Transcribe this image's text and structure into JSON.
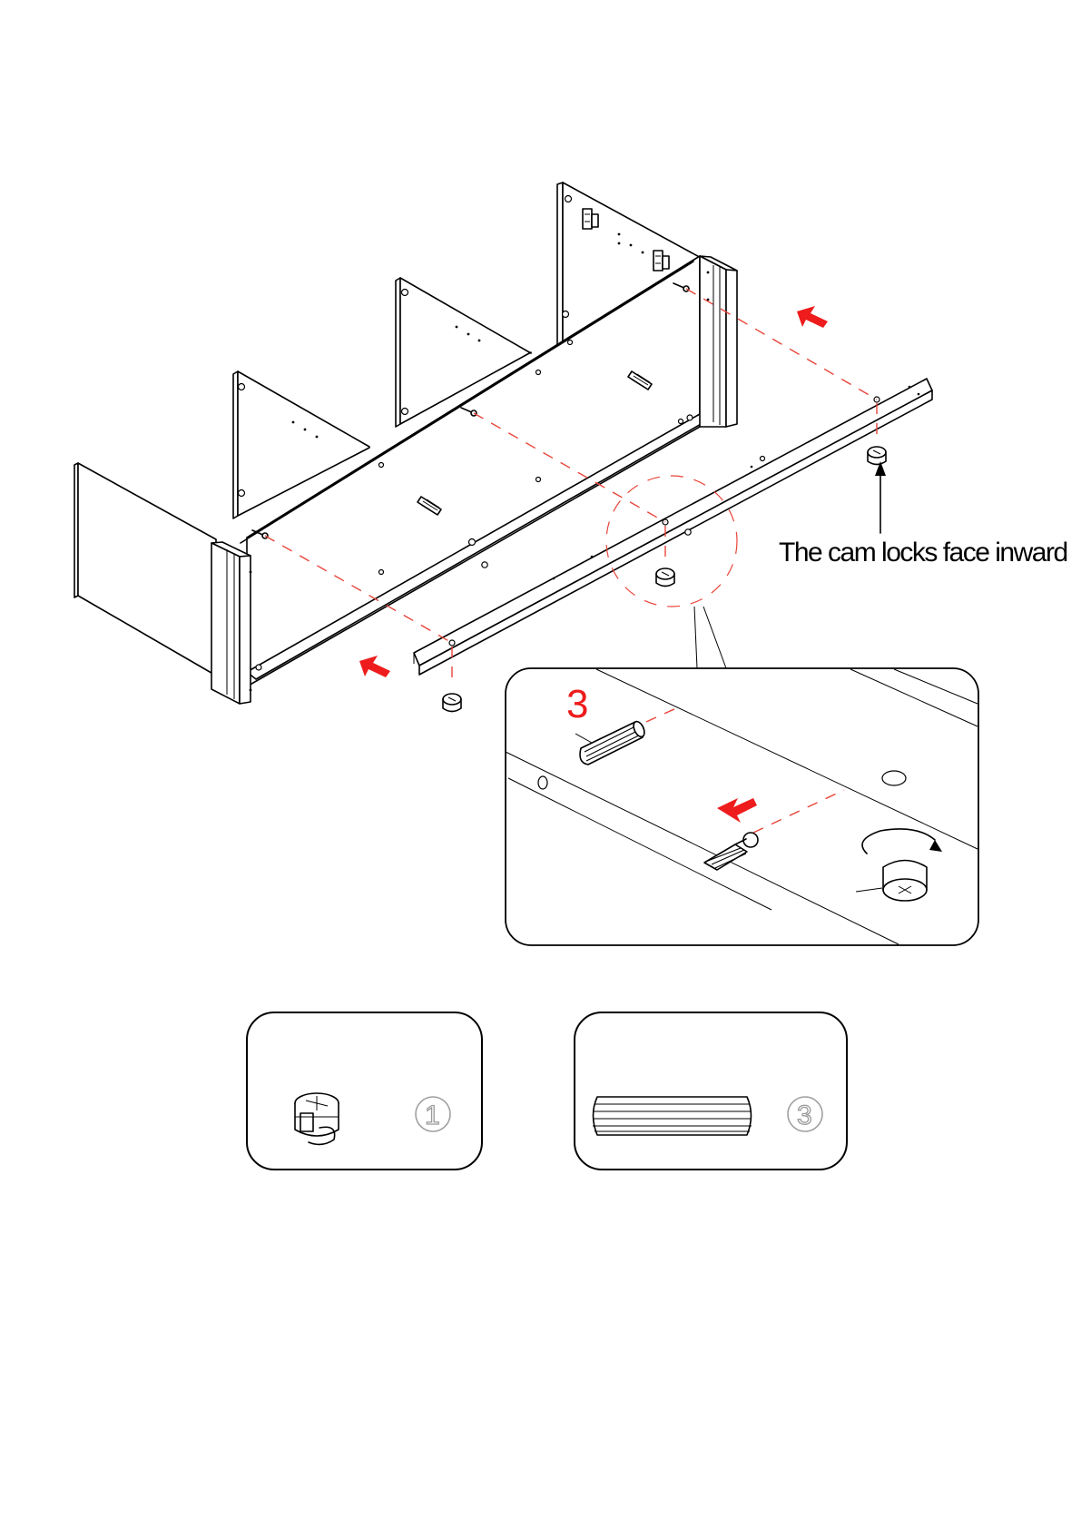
{
  "annotation": {
    "cam_lock_note": "The cam locks face inward"
  },
  "detail_view": {
    "part_number": "3"
  },
  "parts": [
    {
      "number": "1",
      "icon": "cam-lock-icon"
    },
    {
      "number": "3",
      "icon": "wooden-dowel-icon"
    }
  ],
  "colors": {
    "arrow": "#ee1c1c",
    "guide_line": "#e8443a",
    "outline": "#000000"
  }
}
